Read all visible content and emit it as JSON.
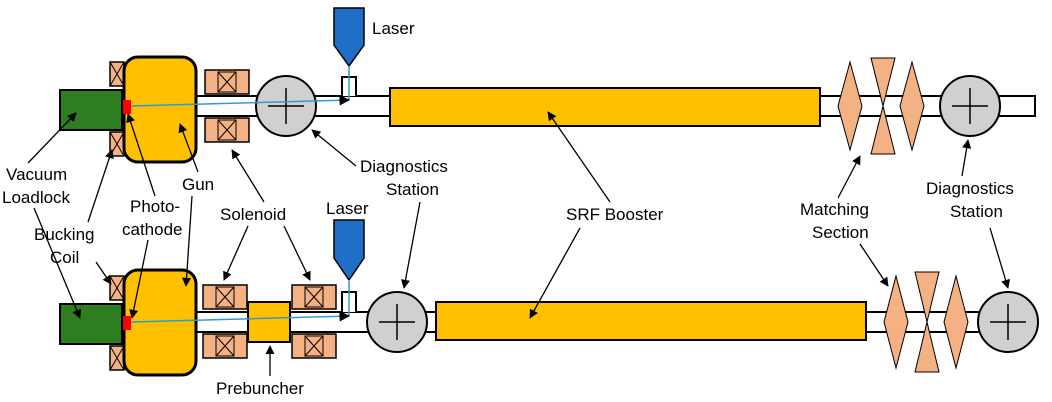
{
  "labels": {
    "laser_top": "Laser",
    "laser_bottom": "Laser",
    "vacuum_loadlock_1": "Vacuum",
    "vacuum_loadlock_2": "Loadlock",
    "bucking_coil_1": "Bucking",
    "bucking_coil_2": "Coil",
    "photocathode_1": "Photo-",
    "photocathode_2": "cathode",
    "gun": "Gun",
    "solenoid": "Solenoid",
    "diagnostics_left_1": "Diagnostics",
    "diagnostics_left_2": "Station",
    "srf_booster": "SRF Booster",
    "matching_section_1": "Matching",
    "matching_section_2": "Section",
    "diagnostics_right_1": "Diagnostics",
    "diagnostics_right_2": "Station",
    "prebuncher": "Prebuncher"
  },
  "colors": {
    "gun_fill": "#ffc000",
    "booster_fill": "#ffc000",
    "loadlock_fill": "#2e7d1f",
    "solenoid_fill": "#f4b183",
    "laser_fill": "#1f6fc9",
    "cathode_fill": "#ff0000",
    "diagnostics_fill": "#d0d0d0",
    "beam_line": "#2e9bd6"
  },
  "icons": {
    "coil": "crossed-box-icon",
    "diagnostics": "crosshair-circle-icon",
    "laser": "pentagon-arrow-icon",
    "matching": "triangle-quadrupole-icon"
  }
}
